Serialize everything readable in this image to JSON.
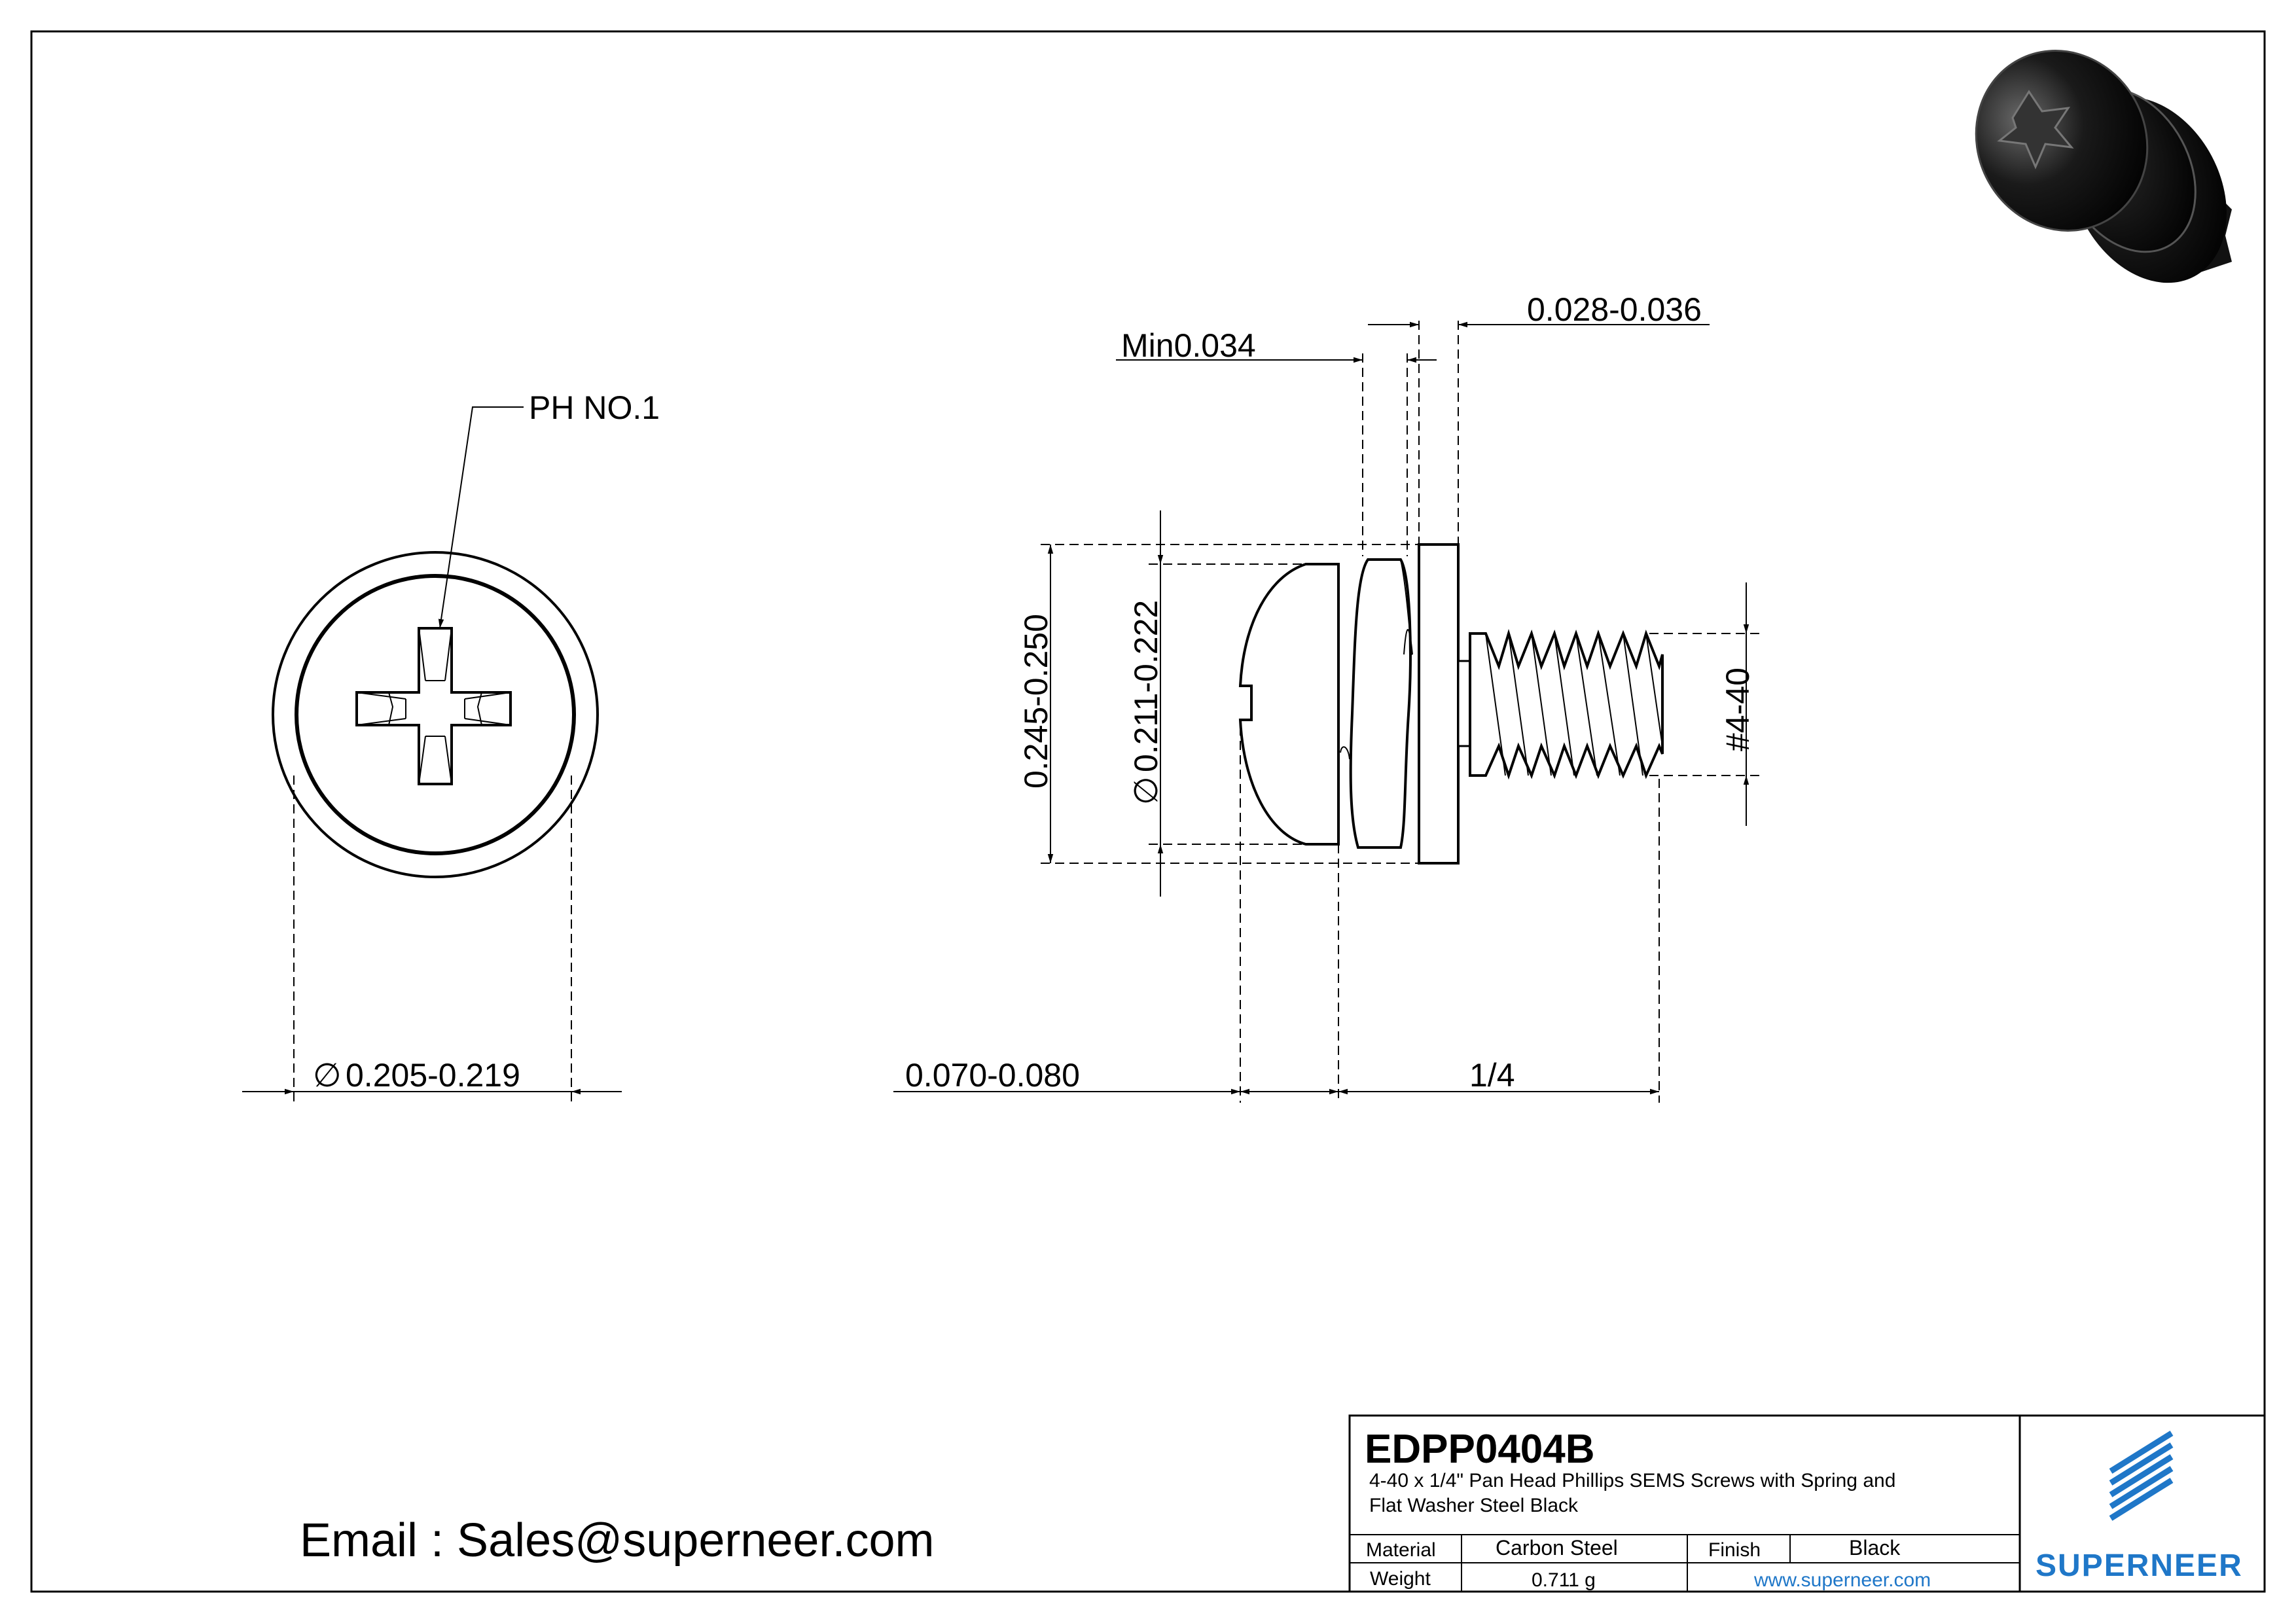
{
  "drawing": {
    "callout_ph": "PH NO.1",
    "dim_head_diameter": "0.205-0.219",
    "dim_overall_height": "0.245-0.250",
    "dim_head_dia_side": "0.211-0.222",
    "dim_head_height": "0.070-0.080",
    "dim_length": "1/4",
    "dim_thread": "#4-40",
    "dim_spring_washer": "Min0.034",
    "dim_flat_washer": "0.028-0.036",
    "diameter_symbol": "∅"
  },
  "email": "Email : Sales@superneer.com",
  "title_block": {
    "part_number": "EDPP0404B",
    "description_line1": "4-40 x 1/4\" Pan Head Phillips SEMS Screws with Spring and",
    "description_line2": "Flat Washer Steel Black",
    "material_label": "Material",
    "material_value": "Carbon Steel",
    "finish_label": "Finish",
    "finish_value": "Black",
    "weight_label": "Weight",
    "weight_value": "0.711 g",
    "website": "www.superneer.com",
    "brand": "SUPERNEER",
    "brand_color": "#1f77c8"
  },
  "icons": [
    "screw-render-icon",
    "superneer-logo-icon"
  ]
}
